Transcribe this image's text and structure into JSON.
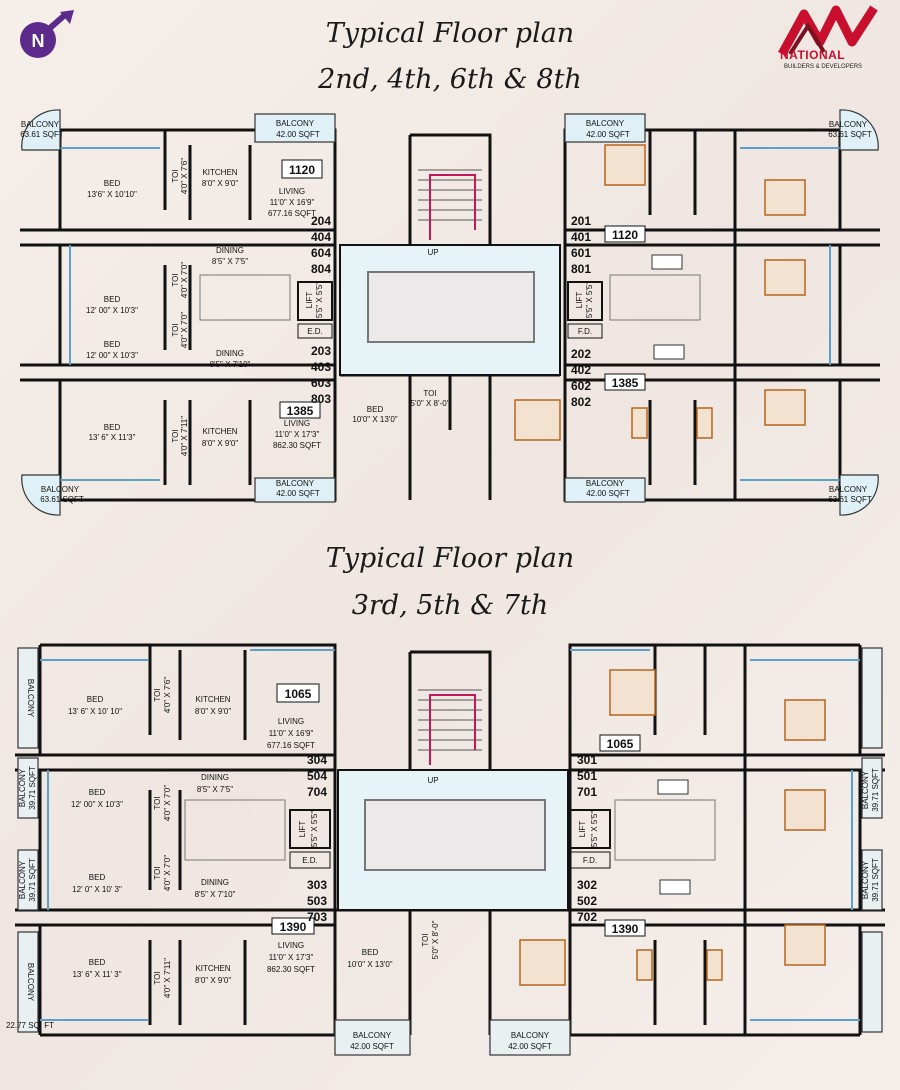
{
  "compass": {
    "label": "N",
    "color": "#5b2a8a"
  },
  "logo": {
    "brand": "NATIONAL",
    "tagline": "BUILDERS & DEVELOPERS",
    "color": "#c8102e"
  },
  "plan_a": {
    "title_line1": "Typical Floor plan",
    "title_line2": "2nd, 4th, 6th & 8th",
    "balcony_corner": "BALCONY",
    "balcony_corner_area": "63.61 SQFT",
    "balcony_small": "BALCONY",
    "balcony_small_area": "42.00 SQFT",
    "bed_tl": {
      "name": "BED",
      "size": "13'6\" X 10'10\""
    },
    "bed_ml1": {
      "name": "BED",
      "size": "12' 00\" X 10'3\""
    },
    "bed_ml2": {
      "name": "BED",
      "size": "12' 00\" X 10'3\""
    },
    "bed_bl": {
      "name": "BED",
      "size": "13' 6\" X 11'3\""
    },
    "bed_c": {
      "name": "BED",
      "size": "10'0\" X 13'0\""
    },
    "toi_1": {
      "name": "TOI",
      "size": "4'0\" X 7'6\""
    },
    "toi_2": {
      "name": "TOI",
      "size": "4'0\" X 7'0\""
    },
    "toi_3": {
      "name": "TOI",
      "size": "4'0\" X 7'0\""
    },
    "toi_4": {
      "name": "TOI",
      "size": "4'0\" X 7'11\""
    },
    "toi_c": {
      "name": "TOI",
      "size": "5'0\" X 8'-0\""
    },
    "kitchen_t": {
      "name": "KITCHEN",
      "size": "8'0\" X 9'0\""
    },
    "kitchen_b": {
      "name": "KITCHEN",
      "size": "8'0\" X 9'0\""
    },
    "living_t": {
      "name": "LIVING",
      "size": "11'0\" X 16'9\"",
      "area": "677.16 SQFT"
    },
    "living_b": {
      "name": "LIVING",
      "size": "11'0\" X 17'3\"",
      "area": "862.30 SQFT"
    },
    "dining_t": {
      "name": "DINING",
      "size": "8'5\" X 7'5\""
    },
    "dining_b": {
      "name": "DINING",
      "size": "8'5\" X 7'10\""
    },
    "lift": {
      "name": "LIFT",
      "size": "5'5\" X 5'5\""
    },
    "ed": "E.D.",
    "fd": "F.D.",
    "up": "UP",
    "area_a": "1120",
    "area_b": "1385",
    "units_tl": [
      "204",
      "404",
      "604",
      "804"
    ],
    "units_bl": [
      "203",
      "403",
      "603",
      "803"
    ],
    "units_tr": [
      "201",
      "401",
      "601",
      "801"
    ],
    "units_br": [
      "202",
      "402",
      "602",
      "802"
    ]
  },
  "plan_b": {
    "title_line1": "Typical Floor plan",
    "title_line2": "3rd, 5th & 7th",
    "balcony_edge": "BALCONY",
    "balcony_edge_area": "22.77 SQ. FT",
    "balcony_side": "BALCONY",
    "balcony_side_area": "39.71 SQFT",
    "balcony_small": "BALCONY",
    "balcony_small_area": "42.00 SQFT",
    "bed_tl": {
      "name": "BED",
      "size": "13' 6\" X 10' 10\""
    },
    "bed_ml1": {
      "name": "BED",
      "size": "12' 00\" X 10'3\""
    },
    "bed_ml2": {
      "name": "BED",
      "size": "12' 0\" X 10' 3\""
    },
    "bed_bl": {
      "name": "BED",
      "size": "13' 6\" X 11' 3\""
    },
    "bed_c": {
      "name": "BED",
      "size": "10'0\" X 13'0\""
    },
    "toi_1": {
      "name": "TOI",
      "size": "4'0\" X 7'6\""
    },
    "toi_2": {
      "name": "TOI",
      "size": "4'0\" X 7'0\""
    },
    "toi_3": {
      "name": "TOI",
      "size": "4'0\" X 7'0\""
    },
    "toi_4": {
      "name": "TOI",
      "size": "4'0\" X 7'11\""
    },
    "toi_c": {
      "name": "TOI",
      "size": "5'0\" X 8'-0\""
    },
    "kitchen_t": {
      "name": "KITCHEN",
      "size": "8'0\" X 9'0\""
    },
    "kitchen_b": {
      "name": "KITCHEN",
      "size": "8'0\" X 9'0\""
    },
    "living_t": {
      "name": "LIVING",
      "size": "11'0\" X 16'9\"",
      "area": "677.16 SQFT"
    },
    "living_b": {
      "name": "LIVING",
      "size": "11'0\" X 17'3\"",
      "area": "862.30 SQFT"
    },
    "dining_t": {
      "name": "DINING",
      "size": "8'5\" X 7'5\""
    },
    "dining_b": {
      "name": "DINING",
      "size": "8'5\" X 7'10\""
    },
    "lift": {
      "name": "LIFT",
      "size": "5'5\" X 5'5\""
    },
    "ed": "E.D.",
    "fd": "F.D.",
    "up": "UP",
    "area_a": "1065",
    "area_b": "1390",
    "units_tl": [
      "304",
      "504",
      "704"
    ],
    "units_bl": [
      "303",
      "503",
      "703"
    ],
    "units_tr": [
      "301",
      "501",
      "701"
    ],
    "units_br": [
      "302",
      "502",
      "702"
    ]
  }
}
